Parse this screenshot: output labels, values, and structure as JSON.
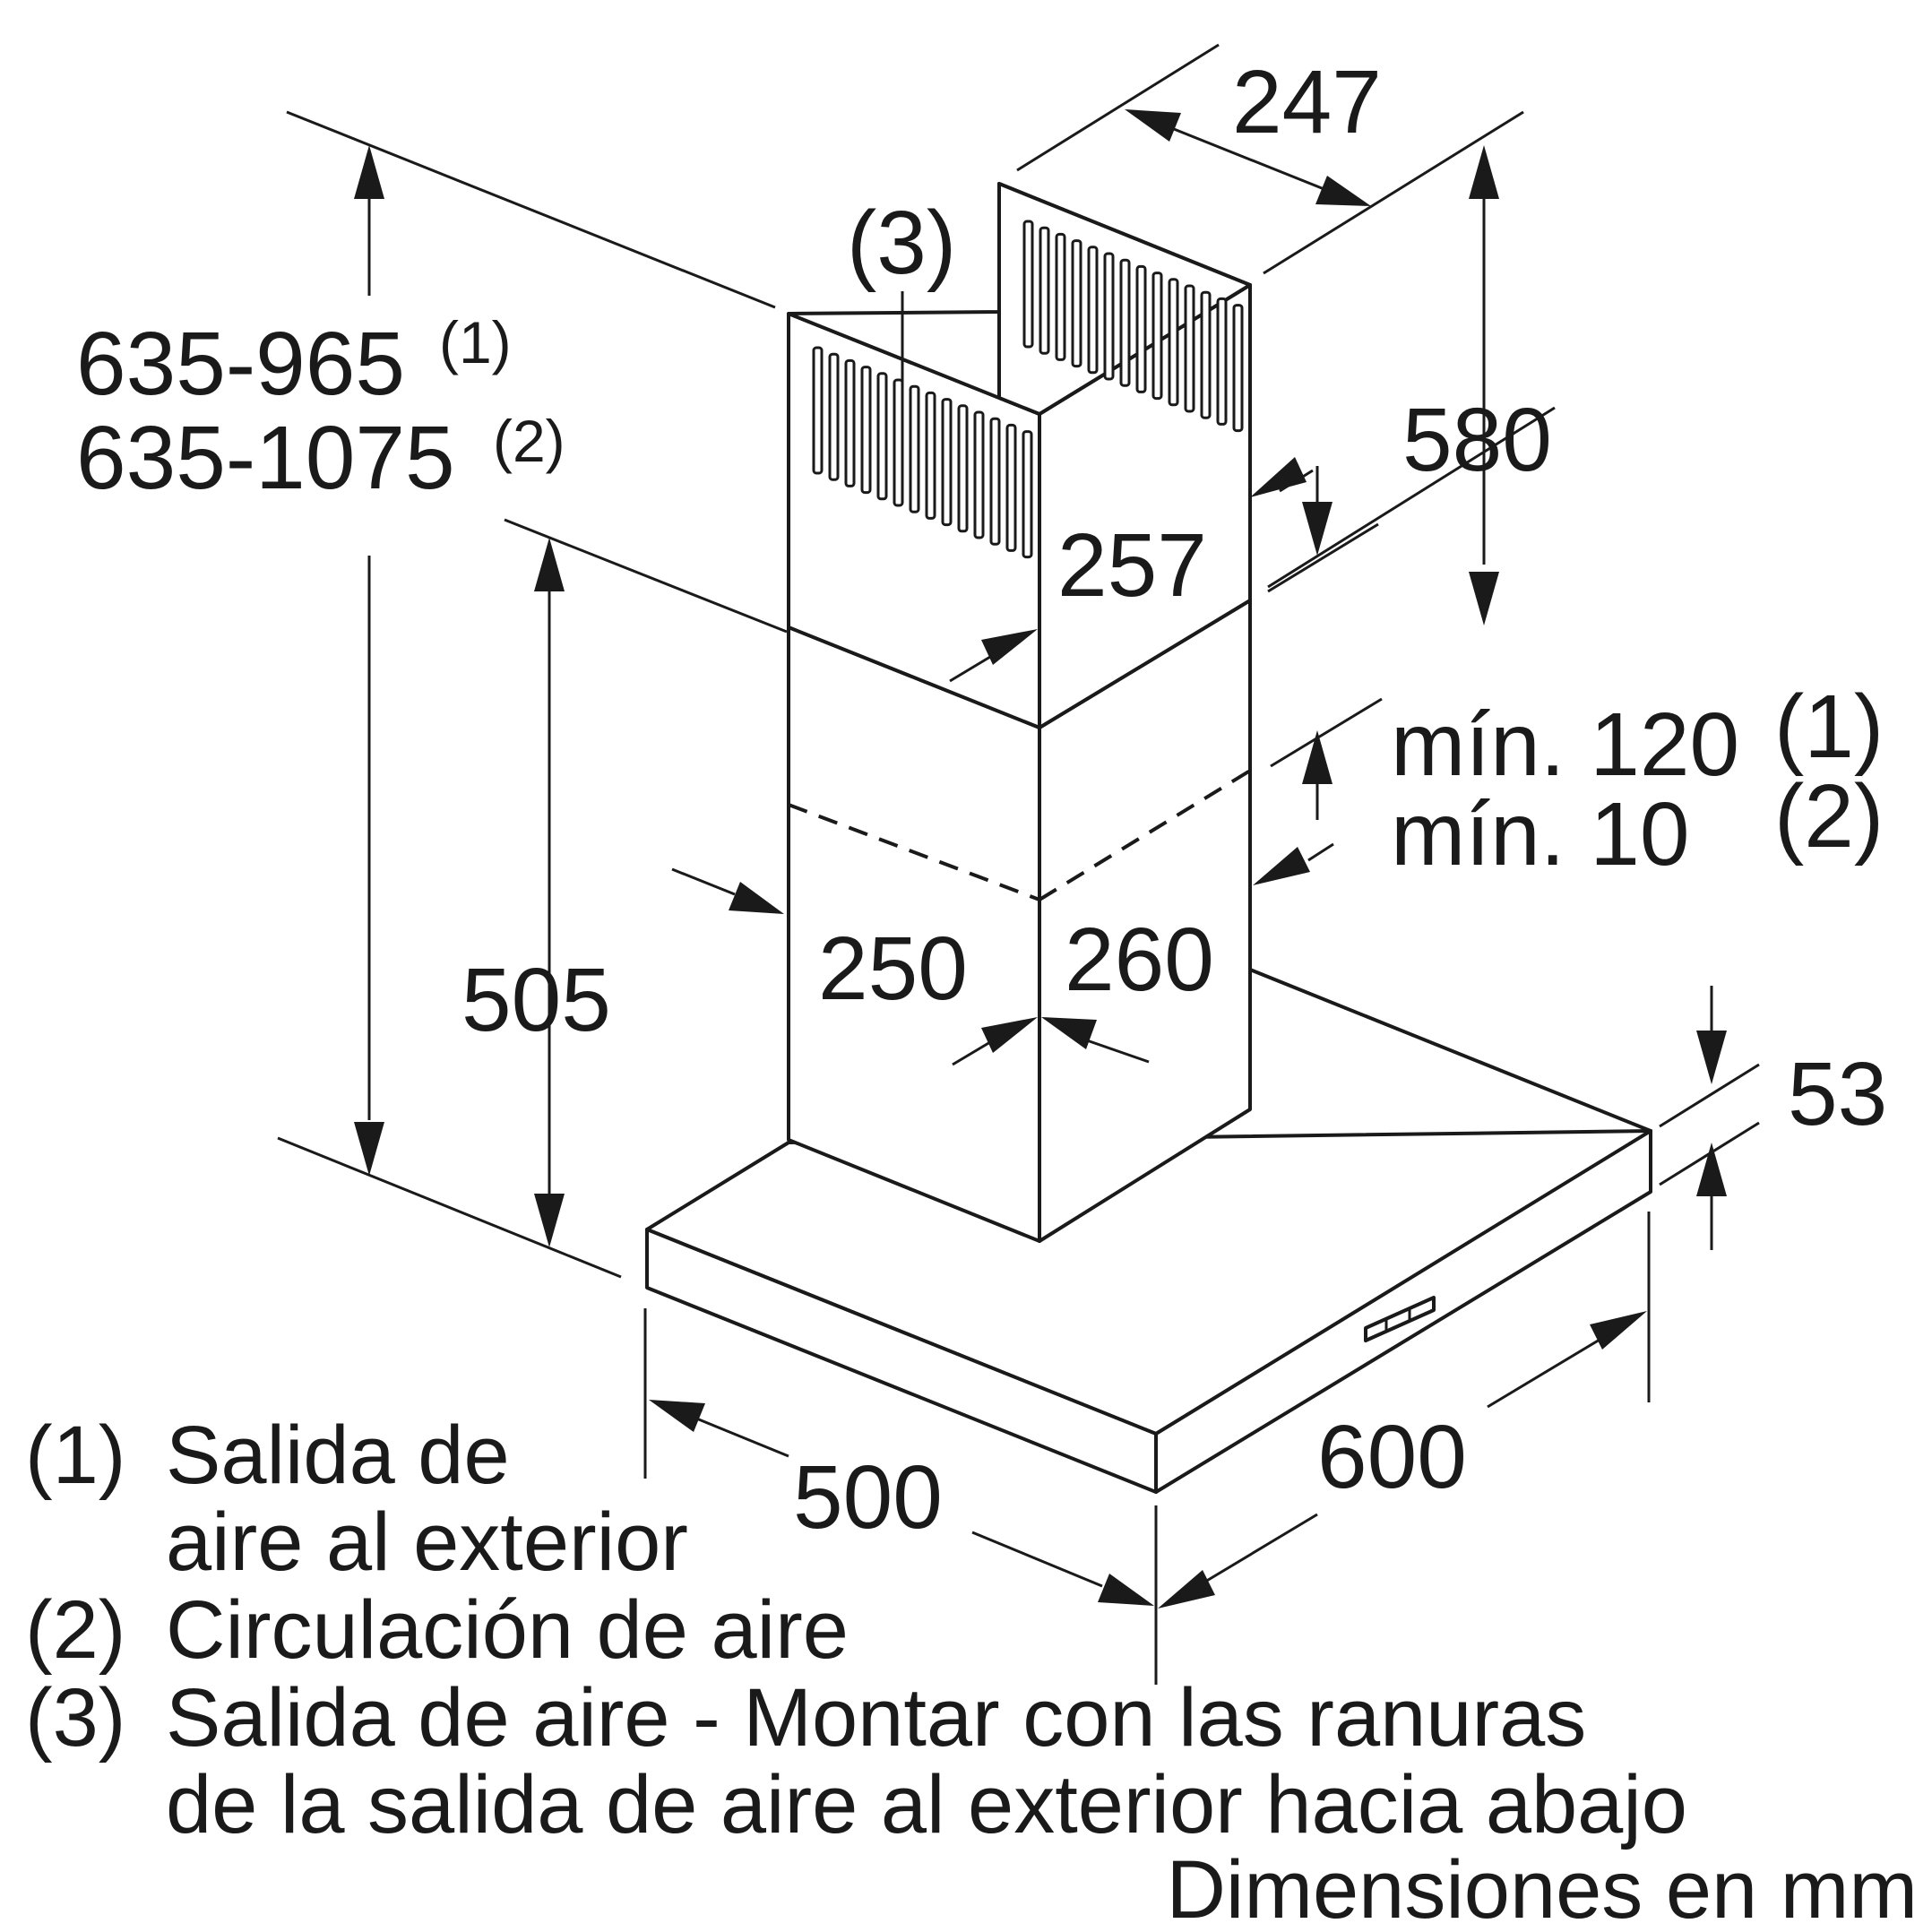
{
  "dimensions": {
    "width_top_chimney": "247",
    "height_total_1": "635-965",
    "height_total_1_note": "(1)",
    "height_total_2": "635-1075",
    "height_total_2_note": "(2)",
    "upper_chimney_height": "580",
    "upper_chimney_depth": "257",
    "overlap_1": "mín. 120",
    "overlap_1_note": "(1)",
    "overlap_2": "mín. 10",
    "overlap_2_note": "(2)",
    "lower_chimney_height": "505",
    "lower_chimney_width": "250",
    "lower_chimney_depth": "260",
    "canopy_thickness": "53",
    "canopy_depth": "500",
    "canopy_width": "600",
    "outlet_callout": "(3)"
  },
  "legend": [
    {
      "num": "(1)",
      "lines": [
        "Salida de",
        "aire al exterior"
      ]
    },
    {
      "num": "(2)",
      "lines": [
        "Circulación de aire"
      ]
    },
    {
      "num": "(3)",
      "lines": [
        "Salida de aire - Montar con las ranuras",
        "de la salida de aire al exterior hacia abajo"
      ]
    }
  ],
  "units_note": "Dimensiones en mm"
}
